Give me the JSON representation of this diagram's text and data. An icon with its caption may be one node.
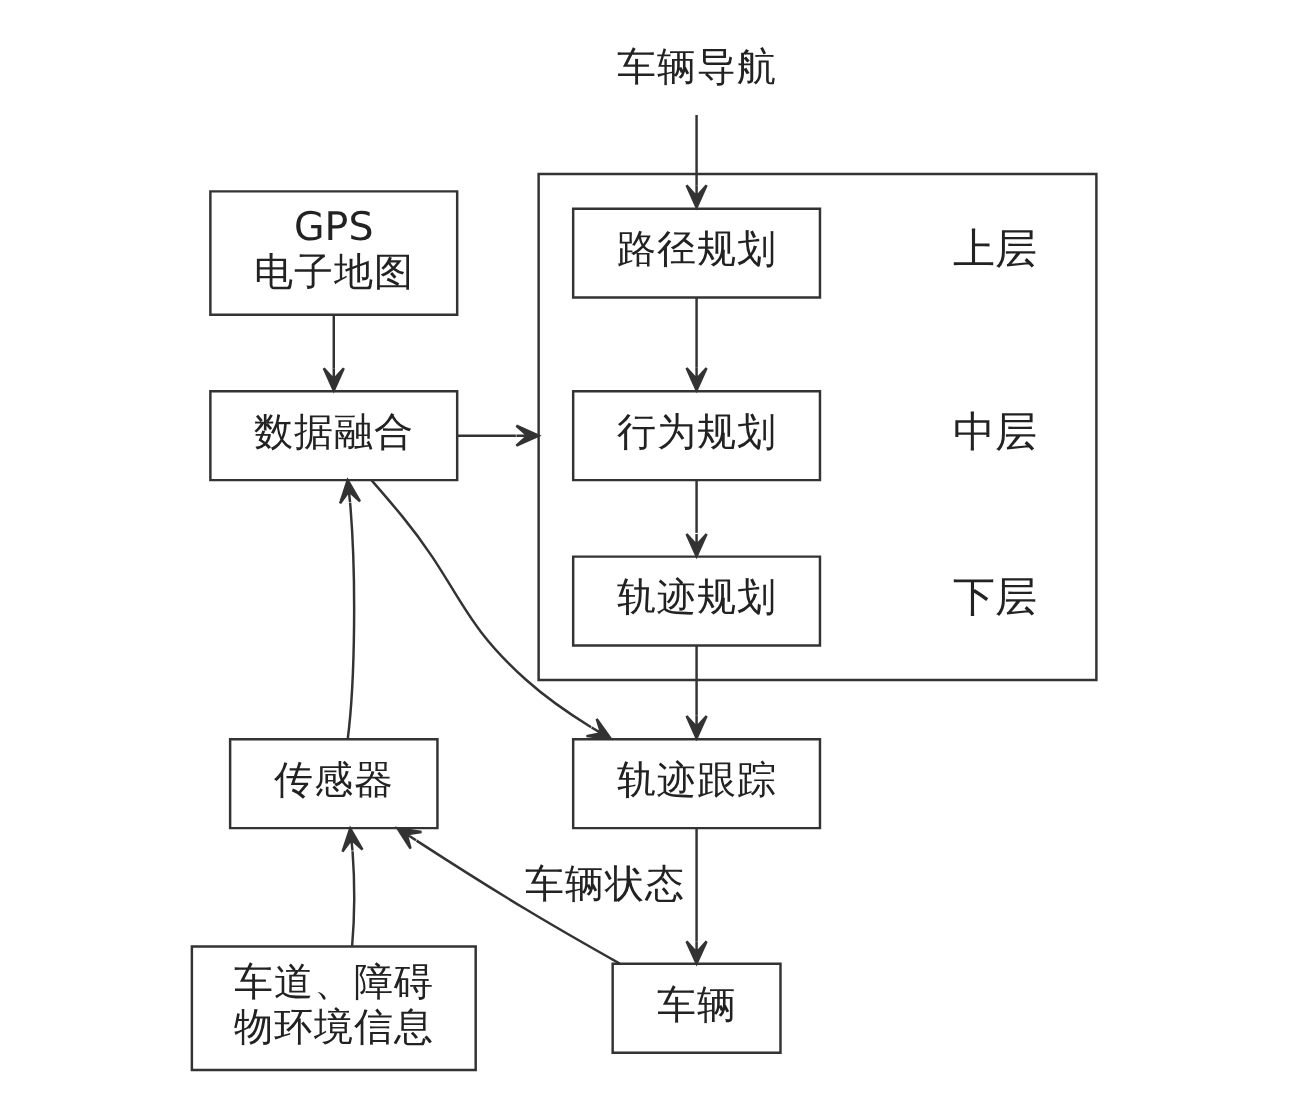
{
  "diagram": {
    "nodes": [
      {
        "text": [
          "车辆导航"
        ]
      },
      {
        "text": [],
        "shape": "box"
      },
      {
        "text": [
          "路径规划"
        ],
        "in": 1,
        "beside": [
          "上层"
        ]
      },
      {
        "text": [
          "行为规划"
        ],
        "in": 1,
        "beside": [
          "中层"
        ]
      },
      {
        "text": [
          "轨迹规划"
        ],
        "in": 1,
        "beside": [
          "下层"
        ]
      },
      {
        "text": [
          "GPS",
          "电子地图"
        ]
      },
      {
        "text": [
          "数据融合"
        ]
      },
      {
        "text": [
          "传感器"
        ]
      },
      {
        "text": [
          "车道、障碍物环境信息"
        ]
      },
      {
        "text": [
          "轨迹跟踪"
        ]
      },
      {
        "text": [
          "车辆"
        ]
      }
    ],
    "edges": [
      {
        "from": 0,
        "to": 2,
        "arrow": "to"
      },
      {
        "from": 2,
        "to": 3,
        "arrow": "to"
      },
      {
        "from": 3,
        "to": 4,
        "arrow": "to"
      },
      {
        "from": 5,
        "to": 6,
        "arrow": "to"
      },
      {
        "from": 7,
        "to": 6,
        "arrow": "to"
      },
      {
        "from": 8,
        "to": 7,
        "arrow": "to"
      },
      {
        "from": 6,
        "to": 1,
        "arrow": "to"
      },
      {
        "from": 6,
        "to": 9,
        "arrow": "to"
      },
      {
        "from": 4,
        "to": 9,
        "arrow": "to"
      },
      {
        "from": 9,
        "to": 10,
        "arrow": "to"
      },
      {
        "from": 10,
        "to": 7,
        "arrow": "to",
        "label": "车辆状态"
      }
    ]
  }
}
